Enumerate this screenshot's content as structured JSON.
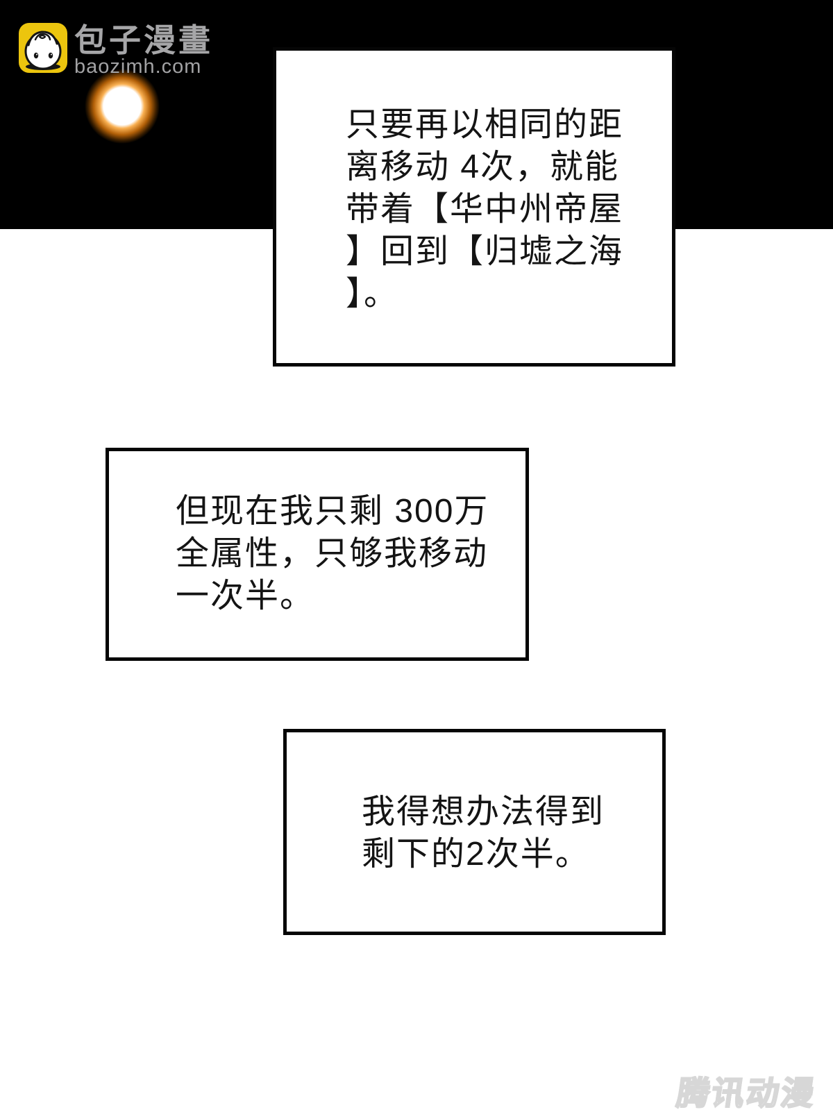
{
  "site": {
    "name": "包子漫畫",
    "domain": "baozimh.com",
    "icon": "baozi-bun-icon",
    "brand_yellow": "#ecc50e",
    "logo_text_gray": "#a6a6a8"
  },
  "scene": {
    "top_background": "#000000",
    "bottom_background": "#ffffff",
    "moon": {
      "core_color": "#ffffff",
      "glow_color": "#f9b052"
    }
  },
  "panels": [
    {
      "name": "narration-box-1",
      "lines": [
        "只要再以相同的距",
        "离移动 4次，就能",
        "带着【华中州帝屋",
        "】回到【归墟之海",
        "】。"
      ]
    },
    {
      "name": "narration-box-2",
      "lines": [
        "但现在我只剩 300万",
        "全属性，只够我移动",
        "一次半。"
      ]
    },
    {
      "name": "narration-box-3",
      "lines": [
        "我得想办法得到",
        "剩下的2次半。"
      ]
    }
  ],
  "watermark": {
    "text": "腾讯动漫",
    "color": "#d7d7d7"
  }
}
